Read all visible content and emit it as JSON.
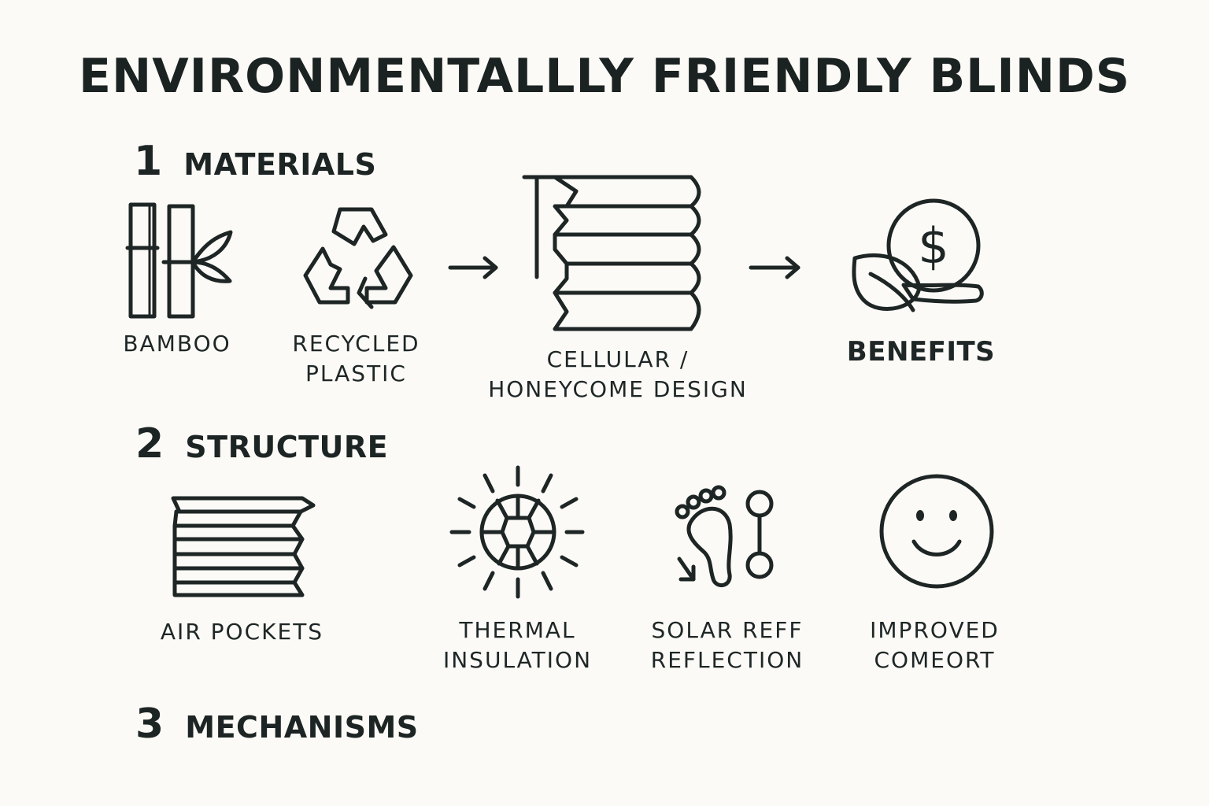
{
  "title": "ENVIRONMENTALLLY FRIENDLY BLINDS",
  "colors": {
    "fill_dark": "#97b58f",
    "fill_light": "#c8dcc4",
    "stroke": "#1e2525",
    "background": "#fbfaf6"
  },
  "sections": [
    {
      "number": "1",
      "label": "MATERIALS"
    },
    {
      "number": "2",
      "label": "STRUCTURE"
    },
    {
      "number": "3",
      "label": "MECHANISMS"
    }
  ],
  "materials": {
    "bamboo": {
      "icon": "bamboo-icon",
      "label": "BAMBOO"
    },
    "recycled": {
      "icon": "recycle-icon",
      "line1": "RECYCLED",
      "line2": "PLASTIC"
    },
    "cellular": {
      "icon": "cellular-blind-icon",
      "line1": "CELLULAR /",
      "line2": "HONEYCOME DESIGN"
    },
    "benefits": {
      "icon": "money-leaf-icon",
      "label": "BENEFITS",
      "symbol": "$"
    }
  },
  "structure": {
    "air_pockets": {
      "icon": "air-pockets-icon",
      "label": "AIR POCKETS"
    },
    "thermal": {
      "icon": "thermal-sun-icon",
      "line1": "THERMAL",
      "line2": "INSULATION"
    },
    "solar": {
      "icon": "footprint-icon",
      "line1": "SOLAR REFF",
      "line2": "REFLECTION"
    },
    "comfort": {
      "icon": "smiley-icon",
      "line1": "IMPROVED",
      "line2": "COMEORT"
    }
  },
  "arrows": {
    "glyph": "→"
  }
}
